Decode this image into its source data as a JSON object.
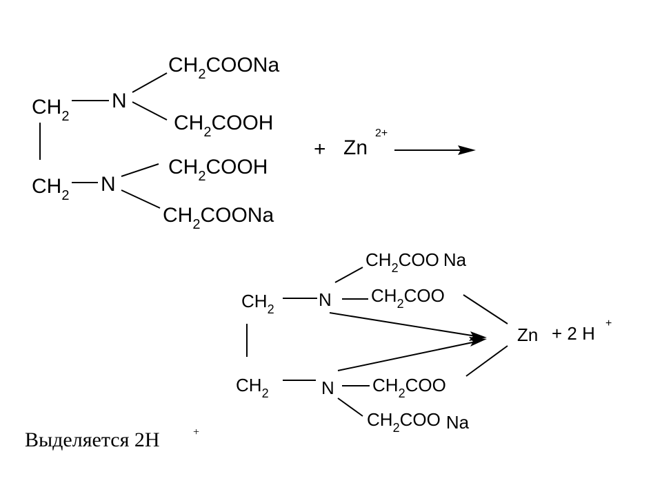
{
  "reactant": {
    "ch2_top": "CH",
    "ch2_top_sub": "2",
    "n_top": "N",
    "r1": "CH",
    "r1_sub": "2",
    "r1_rest": "COONa",
    "r2": "CH",
    "r2_sub": "2",
    "r2_rest": "COOH",
    "ch2_bottom": "CH",
    "ch2_bottom_sub": "2",
    "n_bottom": "N",
    "r3": "CH",
    "r3_sub": "2",
    "r3_rest": "COOH",
    "r4": "CH",
    "r4_sub": "2",
    "r4_rest": "COONa"
  },
  "reagent": {
    "plus": "+",
    "metal": "Zn",
    "charge": "2+"
  },
  "product": {
    "ch2_top": "CH",
    "ch2_top_sub": "2",
    "n_top": "N",
    "p1": "CH",
    "p1_sub": "2",
    "p1_rest": "COO",
    "p1_na": "Na",
    "p2": "CH",
    "p2_sub": "2",
    "p2_rest": "COO",
    "ch2_bottom": "CH",
    "ch2_bottom_sub": "2",
    "n_bottom": "N",
    "p3": "CH",
    "p3_sub": "2",
    "p3_rest": "COO",
    "p4": "CH",
    "p4_sub": "2",
    "p4_rest": "COO",
    "p4_na": "Na",
    "zn": "Zn",
    "plus_h": "+ 2 H",
    "h_charge": "+"
  },
  "caption": {
    "text": "Выделяется 2H",
    "sup": "+"
  }
}
